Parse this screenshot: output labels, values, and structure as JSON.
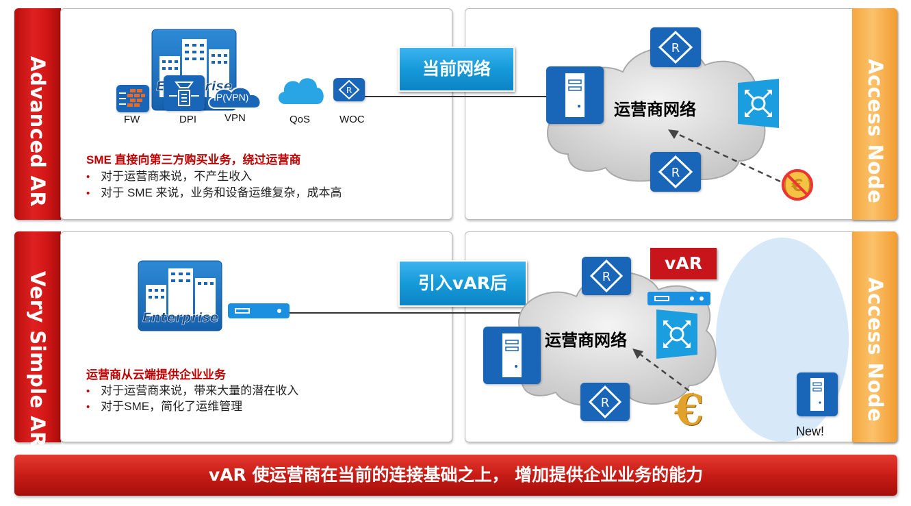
{
  "top_row": {
    "side_label": "Advanced AR",
    "right_label": "Access Node",
    "banner": "当前网络",
    "enterprise_label": "Enterprise",
    "icons": {
      "fw_label": "FW",
      "dpi_label": "DPI",
      "vpn_label": "VPN",
      "vpn_badge": "IP(VPN)",
      "qos_label": "QoS",
      "woc_label": "WOC"
    },
    "heading": "SME 直接向第三方购买业务，绕过运营商",
    "bullets": [
      "对于运营商来说，不产生收入",
      "对于 SME 来说，业务和设备运维复杂，成本高"
    ],
    "cloud_label": "运营商网络",
    "router_letter": "R"
  },
  "bottom_row": {
    "side_label": "Very Simple AR",
    "right_label": "Access Node",
    "banner": "引入vAR后",
    "enterprise_label": "Enterprise",
    "heading": "运营商从云端提供企业业务",
    "bullets": [
      "对于运营商来说，带来大量的潜在收入",
      "对于SME，简化了运维管理"
    ],
    "cloud_label": "运营商网络",
    "var_badge": "vAR",
    "new_label": "New!",
    "euro_symbol": "€",
    "router_letter": "R"
  },
  "footer": {
    "text": "vAR 使运营商在当前的连接基础之上， 增加提供企业业务的能力"
  },
  "colors": {
    "red": "#d11616",
    "orange": "#f7a640",
    "blue": "#1966b8",
    "accent_text": "#c00000"
  }
}
